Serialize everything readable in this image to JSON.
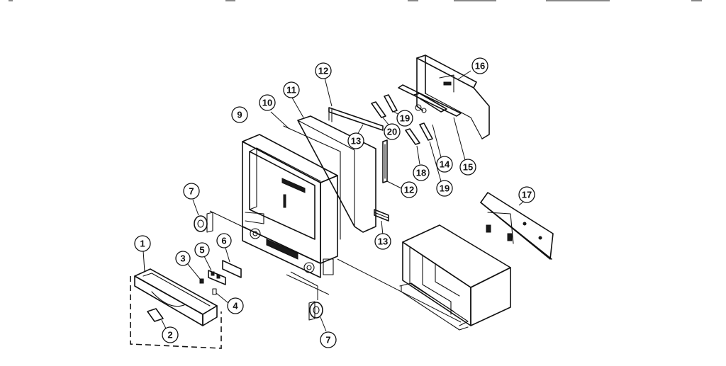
{
  "callouts": [
    {
      "id": "c1",
      "label": "1"
    },
    {
      "id": "c2",
      "label": "2"
    },
    {
      "id": "c3",
      "label": "3"
    },
    {
      "id": "c4",
      "label": "4"
    },
    {
      "id": "c5",
      "label": "5"
    },
    {
      "id": "c6",
      "label": "6"
    },
    {
      "id": "c7a",
      "label": "7"
    },
    {
      "id": "c7b",
      "label": "7"
    },
    {
      "id": "c9",
      "label": "9"
    },
    {
      "id": "c10",
      "label": "10"
    },
    {
      "id": "c11",
      "label": "11"
    },
    {
      "id": "c12a",
      "label": "12"
    },
    {
      "id": "c12b",
      "label": "12"
    },
    {
      "id": "c13a",
      "label": "13"
    },
    {
      "id": "c13b",
      "label": "13"
    },
    {
      "id": "c14",
      "label": "14"
    },
    {
      "id": "c15",
      "label": "15"
    },
    {
      "id": "c16",
      "label": "16"
    },
    {
      "id": "c17",
      "label": "17"
    },
    {
      "id": "c18",
      "label": "18"
    },
    {
      "id": "c19a",
      "label": "19"
    },
    {
      "id": "c19b",
      "label": "19"
    },
    {
      "id": "c20",
      "label": "20"
    }
  ],
  "colors": {
    "line": "#111111",
    "background": "#ffffff"
  }
}
